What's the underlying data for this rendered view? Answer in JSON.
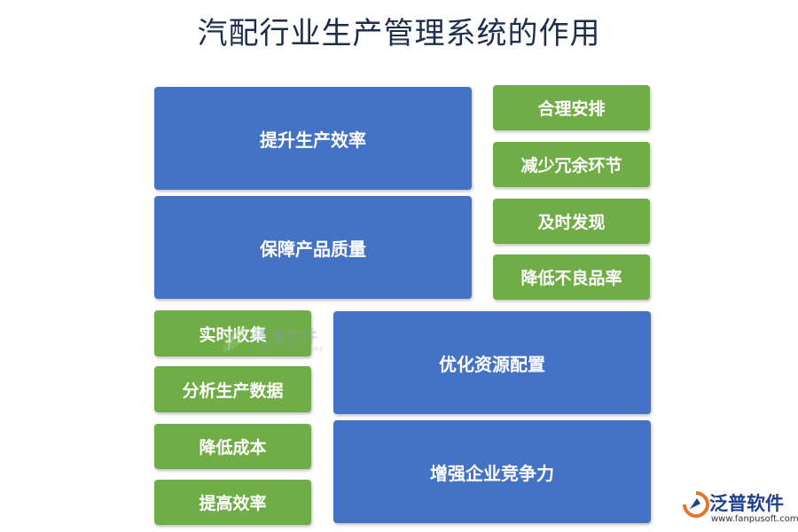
{
  "title": "汽配行业生产管理系统的作用",
  "colors": {
    "blue": "#4472c4",
    "green": "#70ad47",
    "title": "#1f2d4d"
  },
  "boxes": {
    "improve_efficiency": "提升生产效率",
    "reasonable_arrangement": "合理安排",
    "reduce_redundancy": "减少冗余环节",
    "ensure_quality": "保障产品质量",
    "timely_discovery": "及时发现",
    "reduce_defect_rate": "降低不良品率",
    "realtime_collection": "实时收集",
    "analyze_data": "分析生产数据",
    "reduce_cost": "降低成本",
    "improve_efficiency_2": "提高效率",
    "optimize_resources": "优化资源配置",
    "enhance_competitiveness": "增强企业竞争力"
  },
  "watermark": {
    "text": "泛普软件",
    "sub": "FANPU SOFTWARE"
  },
  "logo": {
    "text": "泛普软件",
    "url": "www.fanpusoft.com",
    "icon": "fanpu-logo-icon"
  }
}
